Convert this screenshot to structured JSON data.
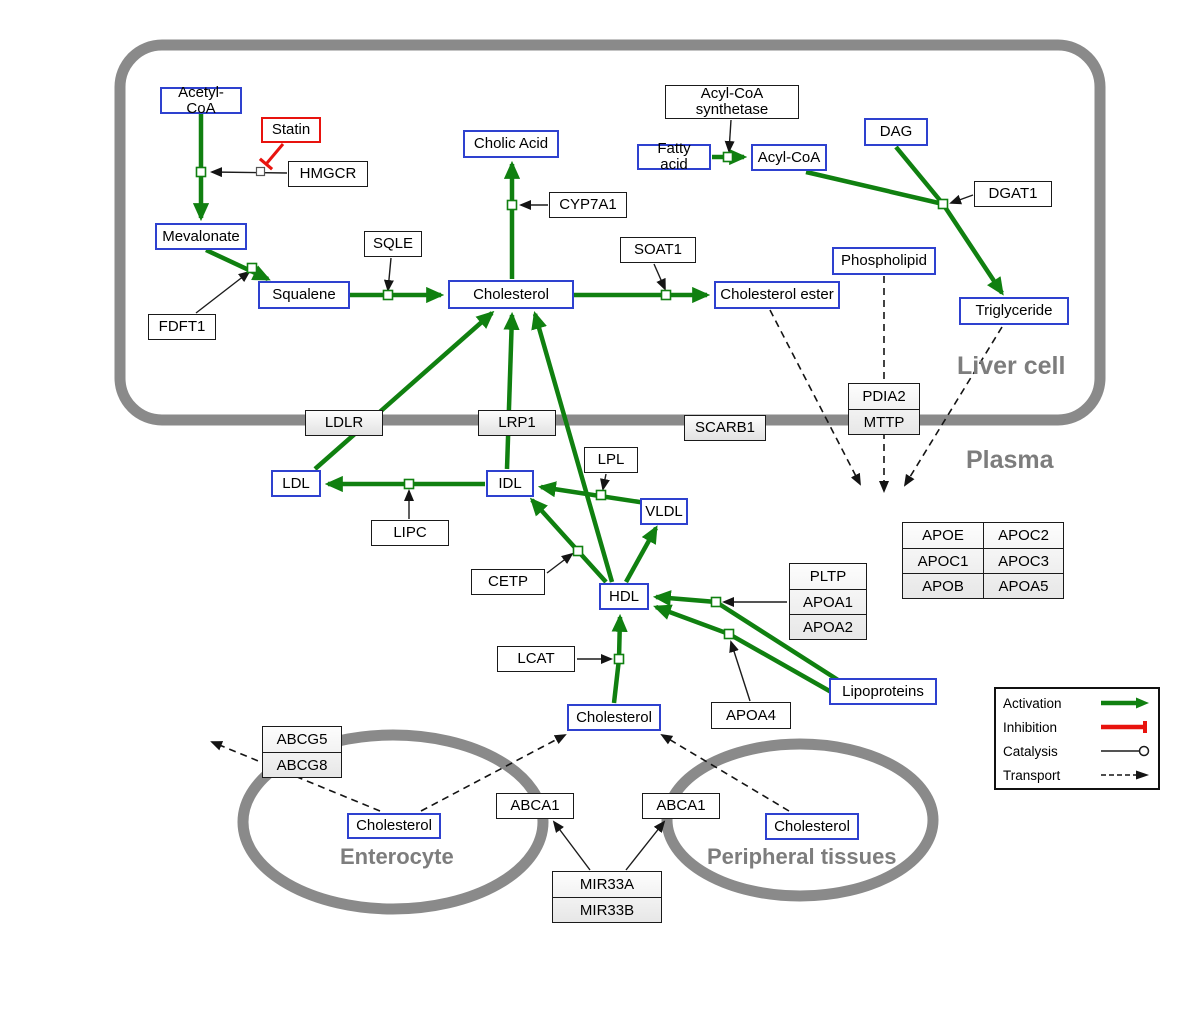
{
  "regions": {
    "liver_cell": "Liver cell",
    "plasma": "Plasma",
    "enterocyte": "Enterocyte",
    "peripheral_tissues": "Peripheral tissues"
  },
  "nodes": {
    "acetyl_coa": "Acetyl-CoA",
    "statin": "Statin",
    "hmgcr": "HMGCR",
    "mevalonate": "Mevalonate",
    "fdft1": "FDFT1",
    "squalene": "Squalene",
    "sqle": "SQLE",
    "cholic_acid": "Cholic Acid",
    "cyp7a1": "CYP7A1",
    "cholesterol": "Cholesterol",
    "soat1": "SOAT1",
    "cholesterol_ester": "Cholesterol ester",
    "acyl_coa_synthetase": "Acyl-CoA synthetase",
    "fatty_acid": "Fatty acid",
    "acyl_coa": "Acyl-CoA",
    "dag": "DAG",
    "dgat1": "DGAT1",
    "phospholipid": "Phospholipid",
    "triglyceride": "Triglyceride",
    "ldlr": "LDLR",
    "lrp1": "LRP1",
    "scarb1": "SCARB1",
    "ldl": "LDL",
    "idl": "IDL",
    "lipc": "LIPC",
    "lpl": "LPL",
    "vldl": "VLDL",
    "cetp": "CETP",
    "hdl": "HDL",
    "lcat": "LCAT",
    "apoa4": "APOA4",
    "lipoproteins": "Lipoproteins",
    "abca1": "ABCA1"
  },
  "tables": {
    "pdia2_mttp": [
      "PDIA2",
      "MTTP"
    ],
    "pltp_apoa": [
      "PLTP",
      "APOA1",
      "APOA2"
    ],
    "apo_grid": [
      [
        "APOE",
        "APOC2"
      ],
      [
        "APOC1",
        "APOC3"
      ],
      [
        "APOB",
        "APOA5"
      ]
    ],
    "abcg": [
      "ABCG5",
      "ABCG8"
    ],
    "mir33": [
      "MIR33A",
      "MIR33B"
    ]
  },
  "legend": {
    "activation": "Activation",
    "inhibition": "Inhibition",
    "catalysis": "Catalysis",
    "transport": "Transport"
  },
  "colors": {
    "activation_green": "#108010",
    "inhibition_red": "#e8130e",
    "metabolite_blue": "#2e41cf",
    "membrane_gray": "#8a8a8a"
  }
}
